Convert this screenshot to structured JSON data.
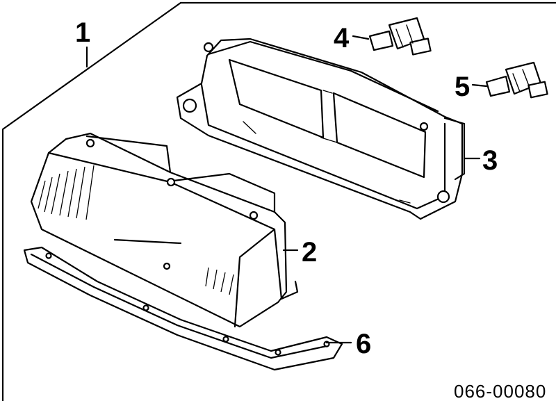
{
  "callouts": [
    {
      "id": "1",
      "label": "1"
    },
    {
      "id": "2",
      "label": "2"
    },
    {
      "id": "3",
      "label": "3"
    },
    {
      "id": "4",
      "label": "4"
    },
    {
      "id": "5",
      "label": "5"
    },
    {
      "id": "6",
      "label": "6"
    }
  ],
  "diagram_number": "066-00080",
  "parts": [
    {
      "callout": "1",
      "icon": "headlamp-assembly-outline-icon"
    },
    {
      "callout": "2",
      "icon": "headlamp-lens-housing-icon"
    },
    {
      "callout": "3",
      "icon": "headlamp-mounting-frame-icon"
    },
    {
      "callout": "4",
      "icon": "halogen-bulb-icon"
    },
    {
      "callout": "5",
      "icon": "halogen-bulb-icon"
    },
    {
      "callout": "6",
      "icon": "lower-trim-strip-icon"
    }
  ]
}
